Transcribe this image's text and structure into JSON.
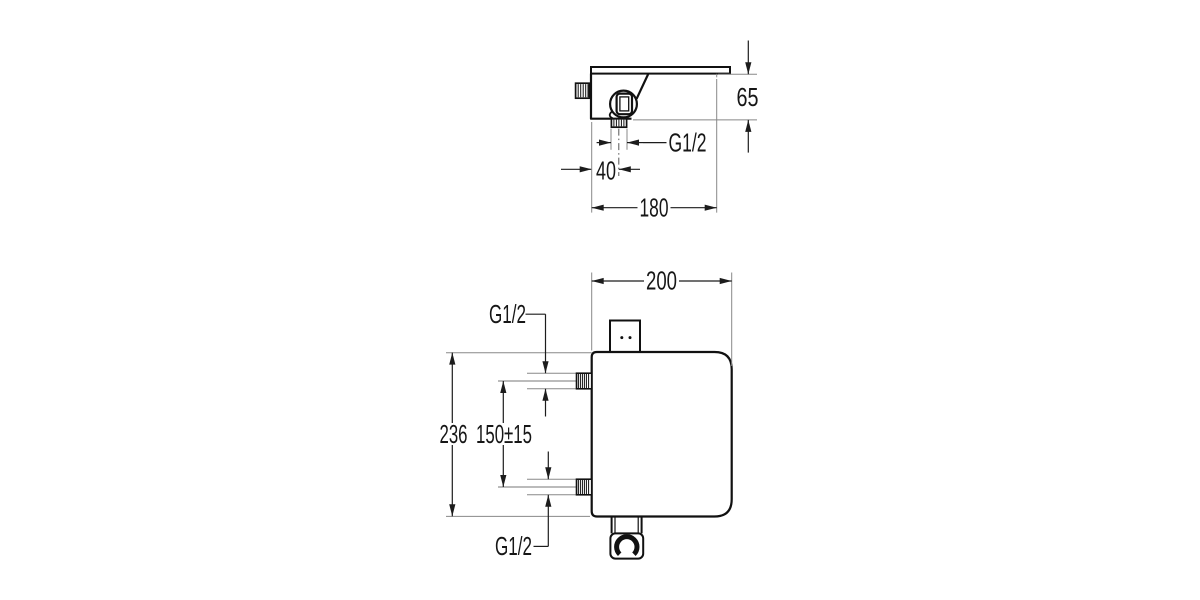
{
  "drawing": {
    "title": "mixer-installation-dimensions",
    "background_color": "#ffffff",
    "line_color": "#111111",
    "top_view": {
      "height": "65",
      "thread": "G1/2",
      "outlet_offset": "40",
      "length": "180"
    },
    "bottom_view": {
      "width": "200",
      "body_height": "236",
      "inlet_spacing": "150±15",
      "thread_top": "G1/2",
      "thread_bottom": "G1/2"
    }
  }
}
